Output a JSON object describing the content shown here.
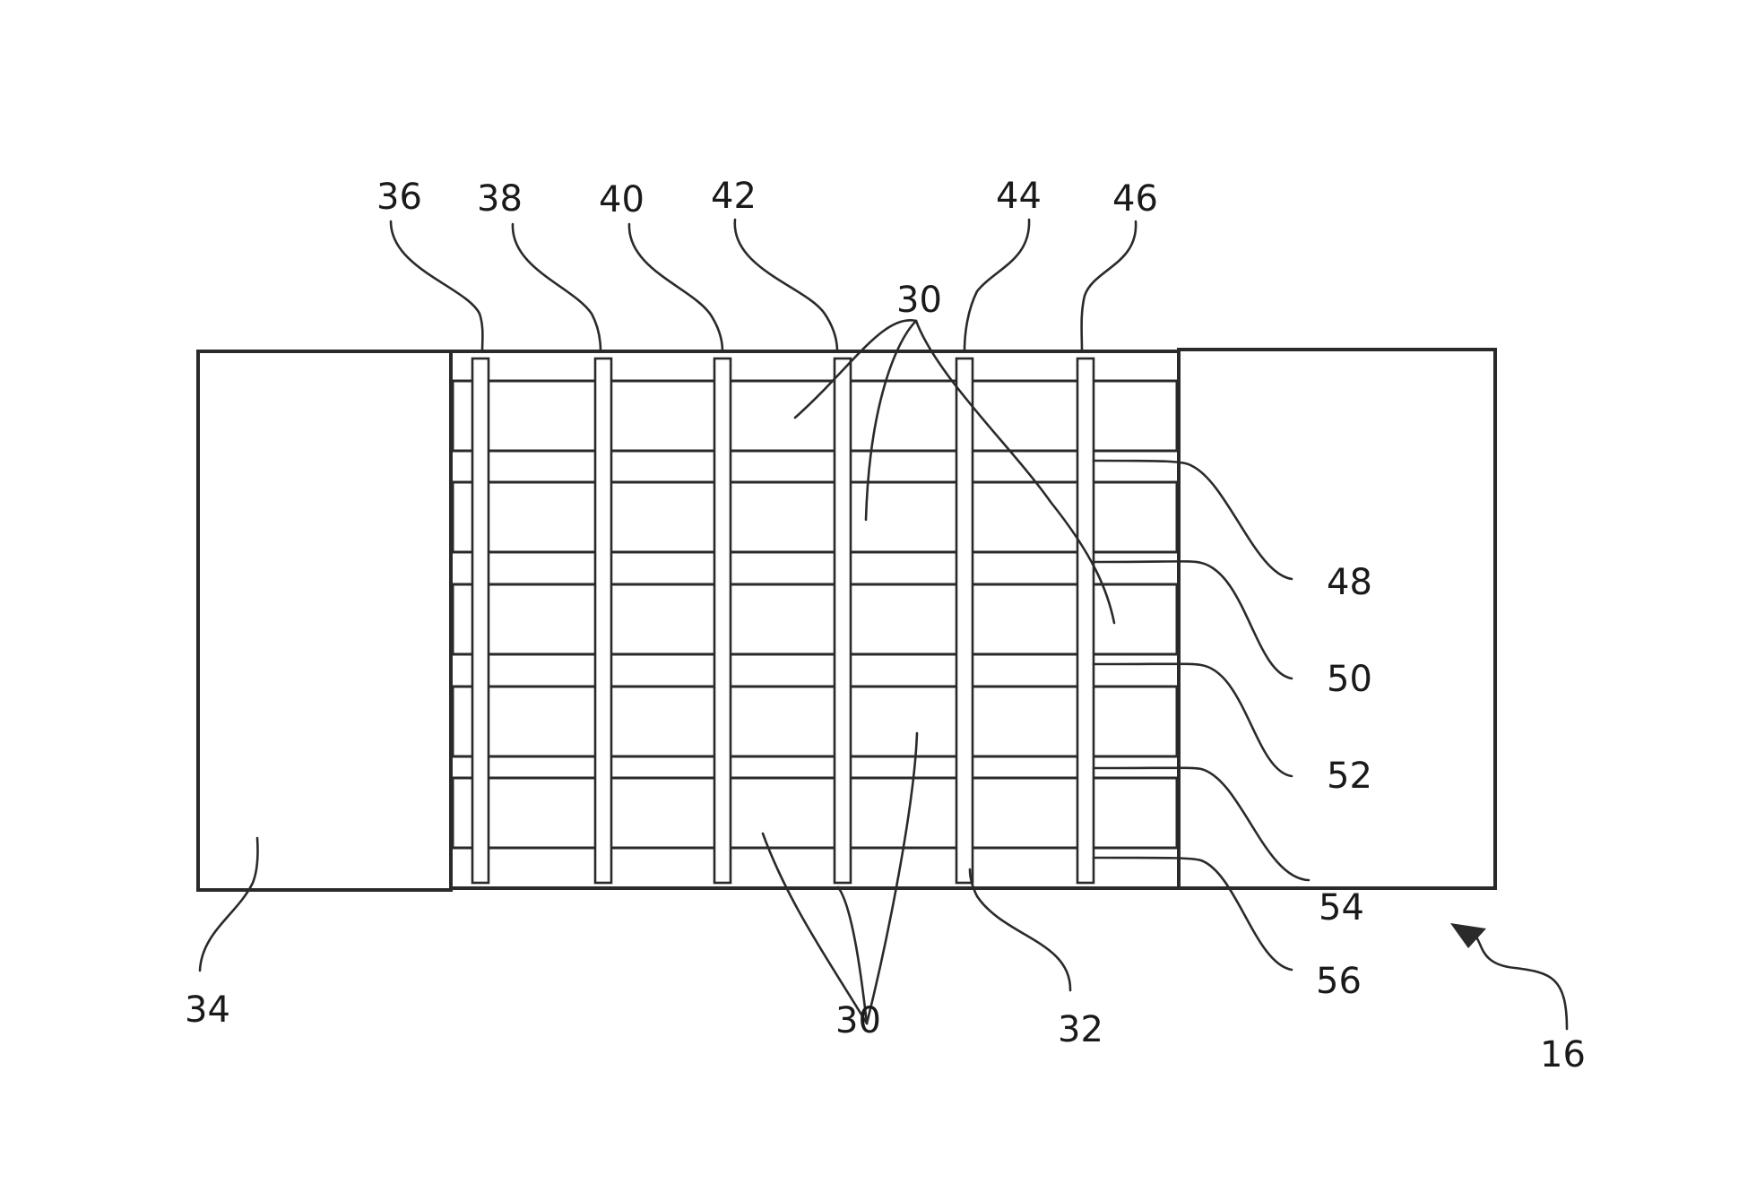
{
  "figure": {
    "reference_numerals": {
      "woven_strips": "30",
      "gap_filler": "32",
      "left_block": "34",
      "warp_36": "36",
      "warp_38": "38",
      "warp_40": "40",
      "warp_42": "42",
      "warp_44": "44",
      "warp_46": "46",
      "weft_48": "48",
      "weft_50": "50",
      "weft_52": "52",
      "weft_54": "54",
      "weft_56": "56",
      "assembly": "16"
    }
  }
}
